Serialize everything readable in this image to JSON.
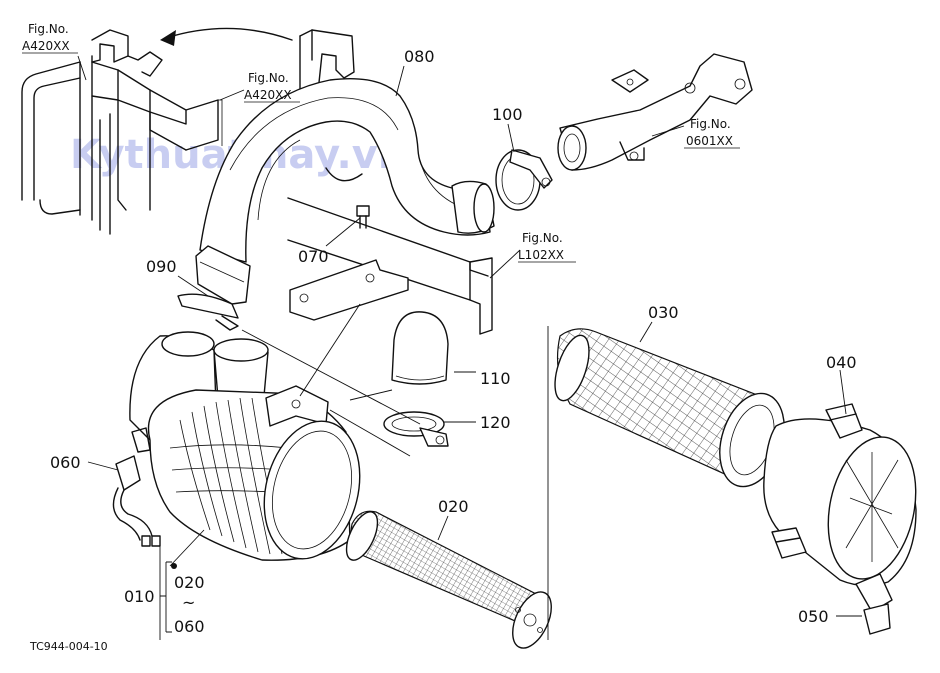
{
  "watermark": "Kythuatmay.vn",
  "drawing_code": "TC944-004-10",
  "fig_refs": [
    {
      "line1": "Fig.No.",
      "line2": "A420XX"
    },
    {
      "line1": "Fig.No.",
      "line2": "A420XX"
    },
    {
      "line1": "Fig.No.",
      "line2": "0601XX"
    },
    {
      "line1": "Fig.No.",
      "line2": "L102XX"
    }
  ],
  "parts": [
    {
      "number": "010"
    },
    {
      "number": "020"
    },
    {
      "number": "020"
    },
    {
      "number": "030"
    },
    {
      "number": "040"
    },
    {
      "number": "050"
    },
    {
      "number": "060"
    },
    {
      "number": "060"
    },
    {
      "number": "070"
    },
    {
      "number": "080"
    },
    {
      "number": "090"
    },
    {
      "number": "100"
    },
    {
      "number": "110"
    },
    {
      "number": "120"
    }
  ],
  "range_separator": "~"
}
